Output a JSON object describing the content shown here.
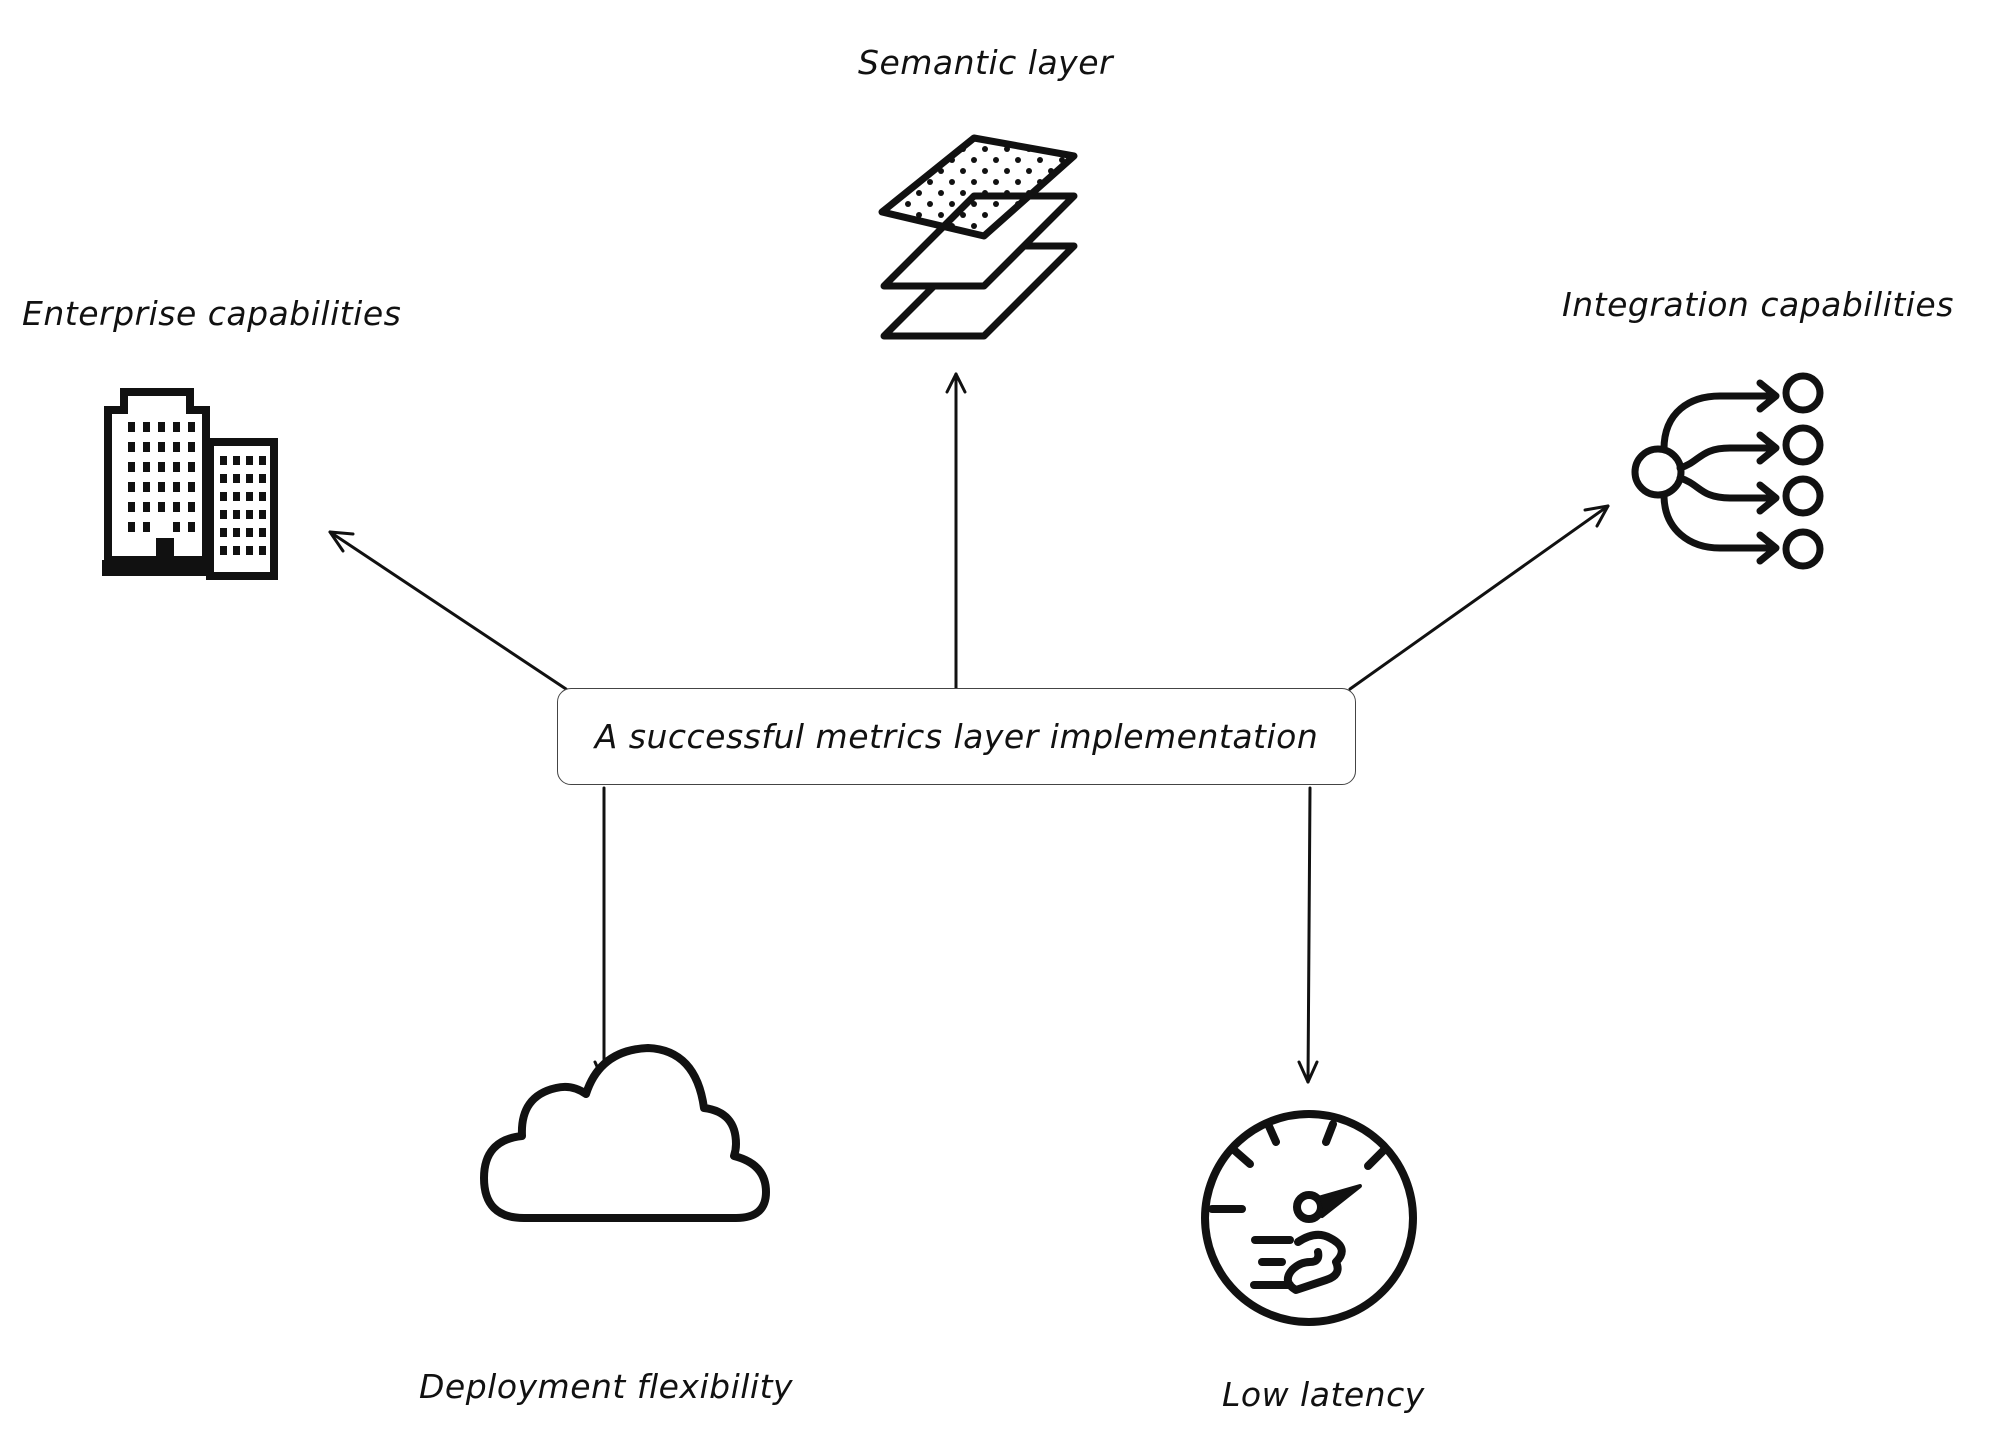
{
  "diagram": {
    "center_label": "A successful metrics layer implementation",
    "nodes": [
      {
        "id": "semantic",
        "label": "Semantic layer",
        "icon": "layers-icon"
      },
      {
        "id": "enterprise",
        "label": "Enterprise capabilities",
        "icon": "office-building-icon"
      },
      {
        "id": "integration",
        "label": "Integration capabilities",
        "icon": "integration-branch-icon"
      },
      {
        "id": "deployment",
        "label": "Deployment flexibility",
        "icon": "cloud-icon"
      },
      {
        "id": "latency",
        "label": "Low latency",
        "icon": "speedometer-icon"
      }
    ],
    "edges": [
      {
        "from": "center",
        "to": "semantic"
      },
      {
        "from": "center",
        "to": "enterprise"
      },
      {
        "from": "center",
        "to": "integration"
      },
      {
        "from": "center",
        "to": "deployment"
      },
      {
        "from": "center",
        "to": "latency"
      }
    ],
    "colors": {
      "stroke": "#111111",
      "box_border": "#444444",
      "background": "#ffffff"
    }
  }
}
